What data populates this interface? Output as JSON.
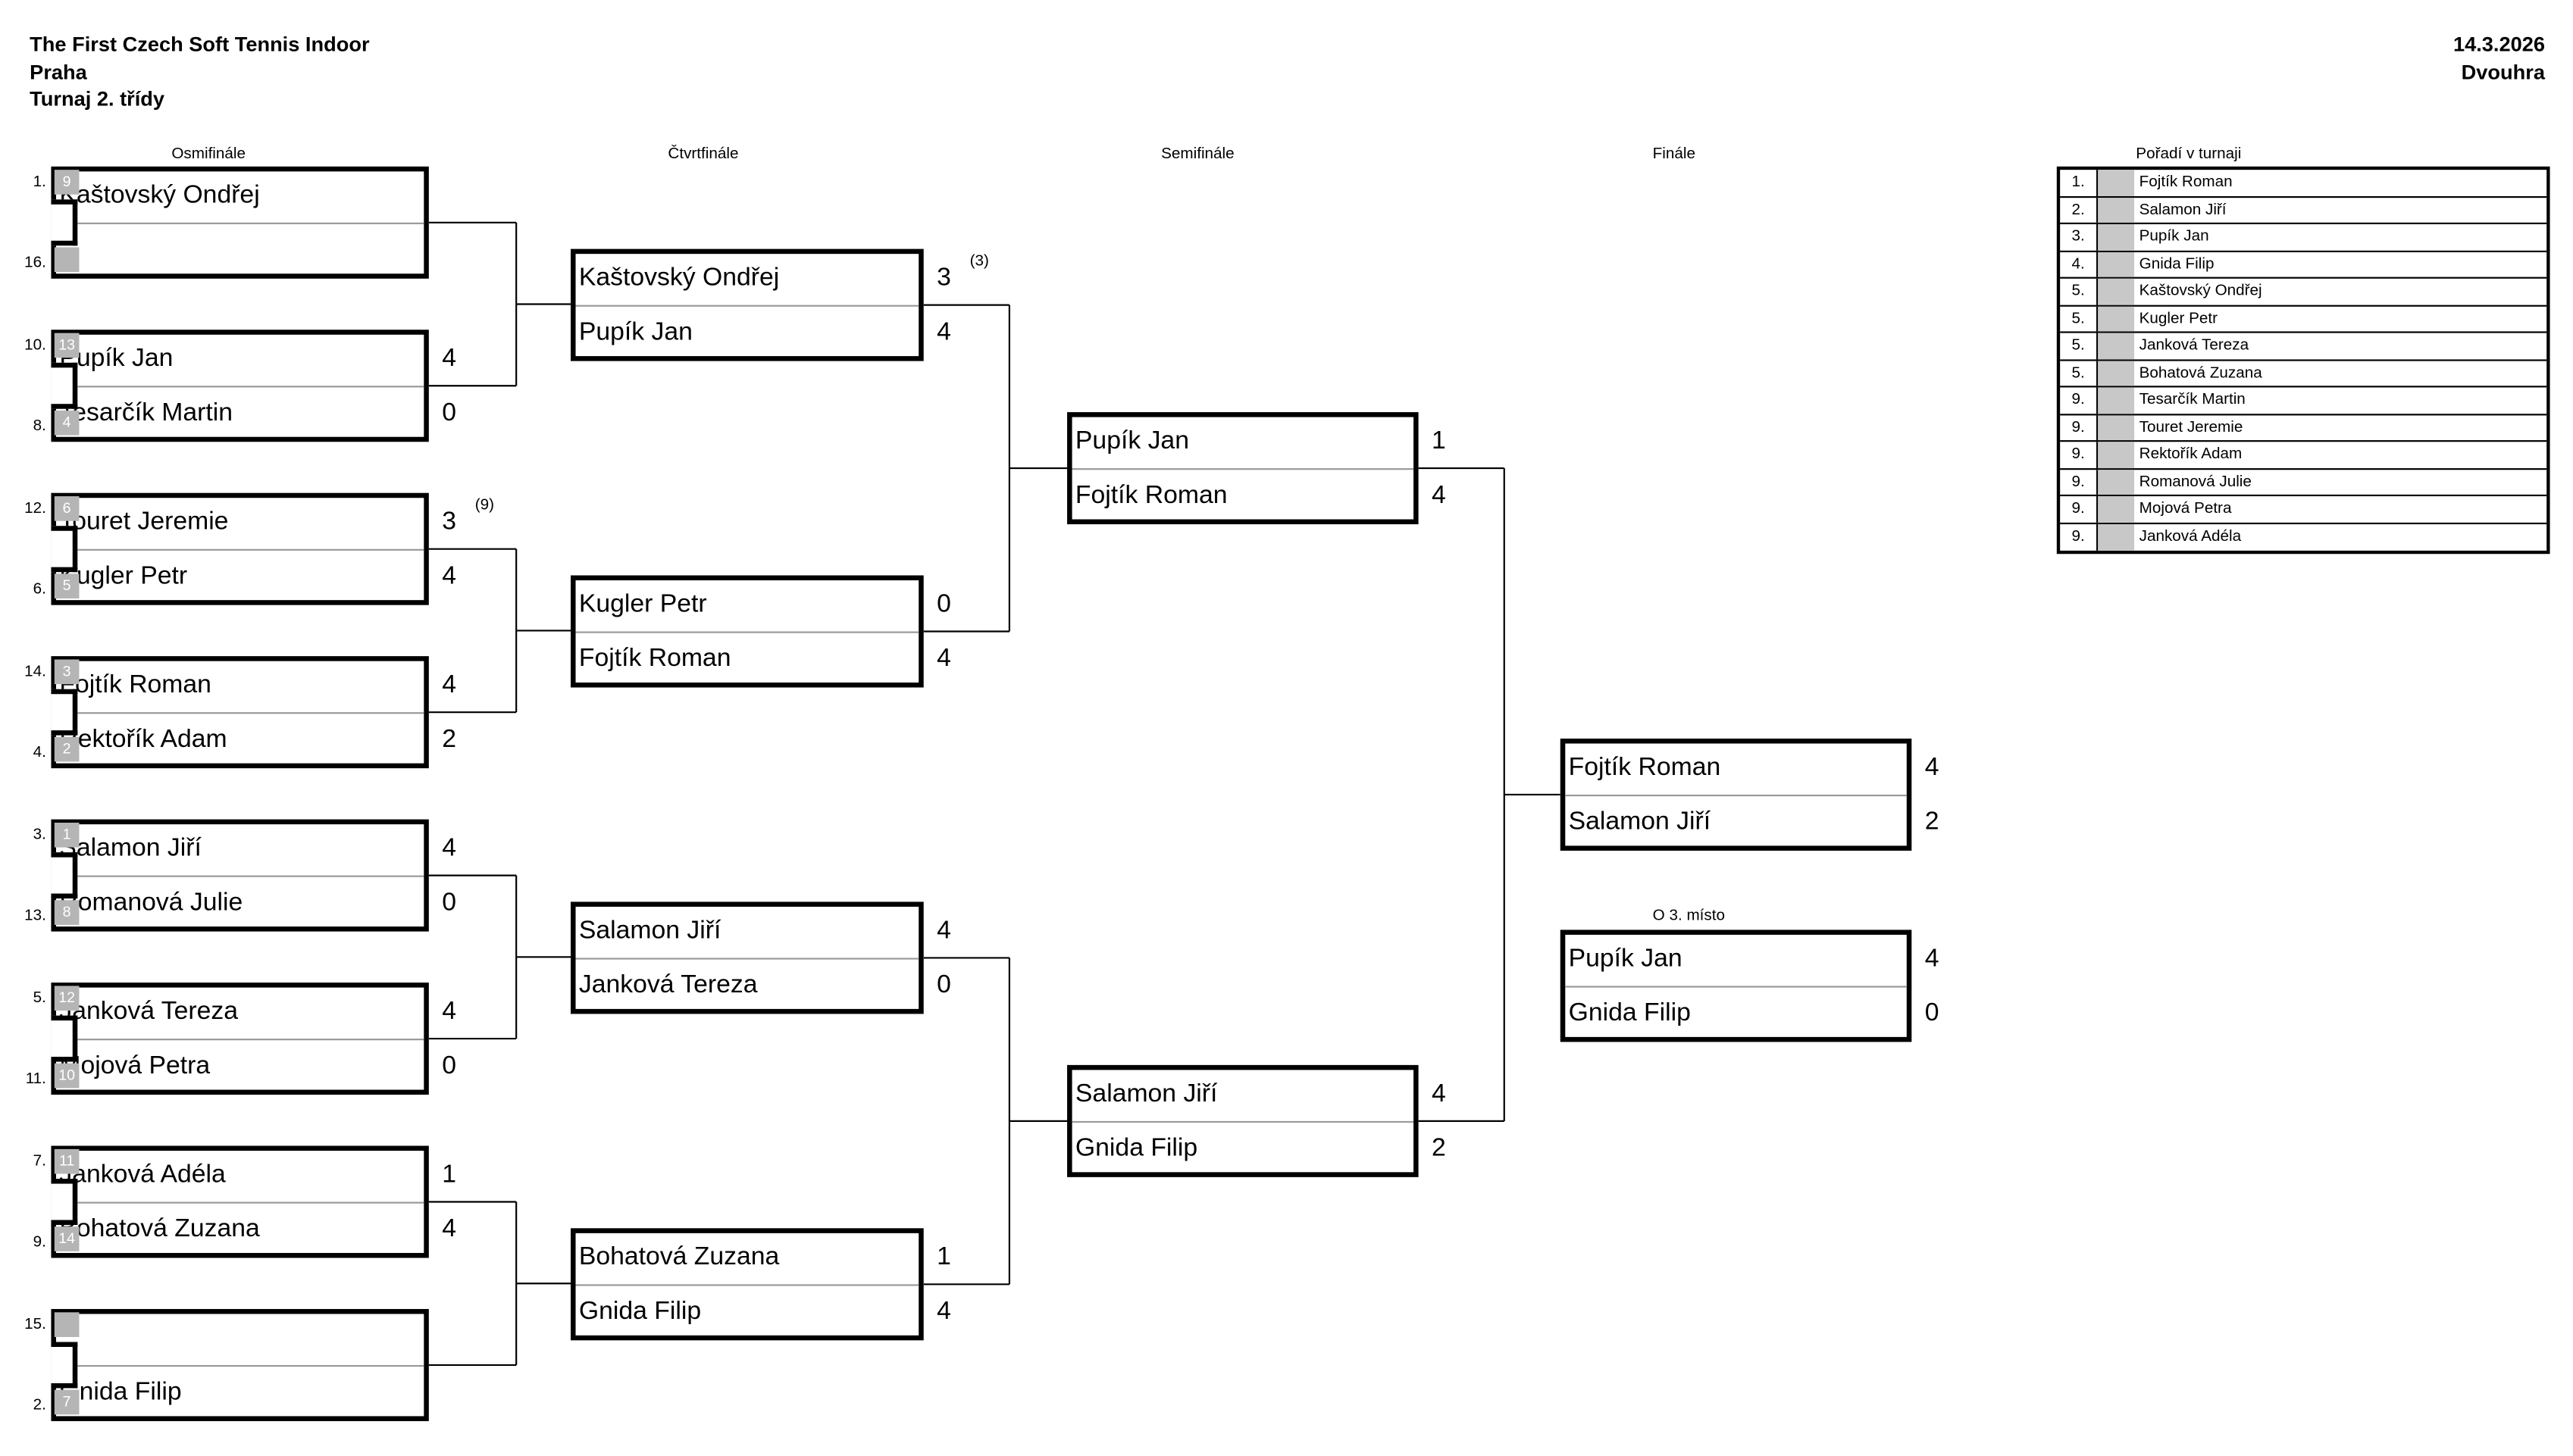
{
  "header": {
    "title": "The First Czech Soft Tennis Indoor",
    "city": "Praha",
    "tournament": "Turnaj 2. třídy",
    "date": "14.3.2026",
    "discipline": "Dvouhra"
  },
  "rounds": {
    "r16": "Osmifinále",
    "qf": "Čtvrtfinále",
    "sf": "Semifinále",
    "f": "Finále",
    "third": "O 3. místo",
    "standings": "Pořadí v turnaji"
  },
  "r16": [
    {
      "p1": {
        "seed": "1.",
        "sq": "9",
        "name": "Kaštovský Ondřej"
      },
      "p2": {
        "seed": "16.",
        "sq": "",
        "name": ""
      },
      "s1": "",
      "s2": "",
      "note": ""
    },
    {
      "p1": {
        "seed": "10.",
        "sq": "13",
        "name": "Pupík Jan"
      },
      "p2": {
        "seed": "8.",
        "sq": "4",
        "name": "Tesarčík Martin"
      },
      "s1": "4",
      "s2": "0",
      "note": ""
    },
    {
      "p1": {
        "seed": "12.",
        "sq": "6",
        "name": "Touret Jeremie"
      },
      "p2": {
        "seed": "6.",
        "sq": "5",
        "name": "Kugler Petr"
      },
      "s1": "3",
      "s2": "4",
      "note": "(9)"
    },
    {
      "p1": {
        "seed": "14.",
        "sq": "3",
        "name": "Fojtík Roman"
      },
      "p2": {
        "seed": "4.",
        "sq": "2",
        "name": "Rektořík Adam"
      },
      "s1": "4",
      "s2": "2",
      "note": ""
    },
    {
      "p1": {
        "seed": "3.",
        "sq": "1",
        "name": "Salamon Jiří"
      },
      "p2": {
        "seed": "13.",
        "sq": "8",
        "name": "Romanová Julie"
      },
      "s1": "4",
      "s2": "0",
      "note": ""
    },
    {
      "p1": {
        "seed": "5.",
        "sq": "12",
        "name": "Janková Tereza"
      },
      "p2": {
        "seed": "11.",
        "sq": "10",
        "name": "Mojová Petra"
      },
      "s1": "4",
      "s2": "0",
      "note": ""
    },
    {
      "p1": {
        "seed": "7.",
        "sq": "11",
        "name": "Janková Adéla"
      },
      "p2": {
        "seed": "9.",
        "sq": "14",
        "name": "Bohatová Zuzana"
      },
      "s1": "1",
      "s2": "4",
      "note": ""
    },
    {
      "p1": {
        "seed": "15.",
        "sq": "",
        "name": ""
      },
      "p2": {
        "seed": "2.",
        "sq": "7",
        "name": "Gnida Filip"
      },
      "s1": "",
      "s2": "",
      "note": ""
    }
  ],
  "qf": [
    {
      "p1": "Kaštovský Ondřej",
      "p2": "Pupík Jan",
      "s1": "3",
      "s2": "4",
      "note": "(3)"
    },
    {
      "p1": "Kugler Petr",
      "p2": "Fojtík Roman",
      "s1": "0",
      "s2": "4",
      "note": ""
    },
    {
      "p1": "Salamon Jiří",
      "p2": "Janková Tereza",
      "s1": "4",
      "s2": "0",
      "note": ""
    },
    {
      "p1": "Bohatová Zuzana",
      "p2": "Gnida Filip",
      "s1": "1",
      "s2": "4",
      "note": ""
    }
  ],
  "sf": [
    {
      "p1": "Pupík Jan",
      "p2": "Fojtík Roman",
      "s1": "1",
      "s2": "4",
      "note": ""
    },
    {
      "p1": "Salamon Jiří",
      "p2": "Gnida Filip",
      "s1": "4",
      "s2": "2",
      "note": ""
    }
  ],
  "final": {
    "p1": "Fojtík Roman",
    "p2": "Salamon Jiří",
    "s1": "4",
    "s2": "2"
  },
  "third_place": {
    "p1": "Pupík Jan",
    "p2": "Gnida Filip",
    "s1": "4",
    "s2": "0"
  },
  "standings": [
    {
      "rank": "1.",
      "name": "Fojtík Roman"
    },
    {
      "rank": "2.",
      "name": "Salamon Jiří"
    },
    {
      "rank": "3.",
      "name": "Pupík Jan"
    },
    {
      "rank": "4.",
      "name": "Gnida Filip"
    },
    {
      "rank": "5.",
      "name": "Kaštovský Ondřej"
    },
    {
      "rank": "5.",
      "name": "Kugler Petr"
    },
    {
      "rank": "5.",
      "name": "Janková Tereza"
    },
    {
      "rank": "5.",
      "name": "Bohatová Zuzana"
    },
    {
      "rank": "9.",
      "name": "Tesarčík Martin"
    },
    {
      "rank": "9.",
      "name": "Touret Jeremie"
    },
    {
      "rank": "9.",
      "name": "Rektořík Adam"
    },
    {
      "rank": "9.",
      "name": "Romanová Julie"
    },
    {
      "rank": "9.",
      "name": "Mojová Petra"
    },
    {
      "rank": "9.",
      "name": "Janková Adéla"
    }
  ]
}
